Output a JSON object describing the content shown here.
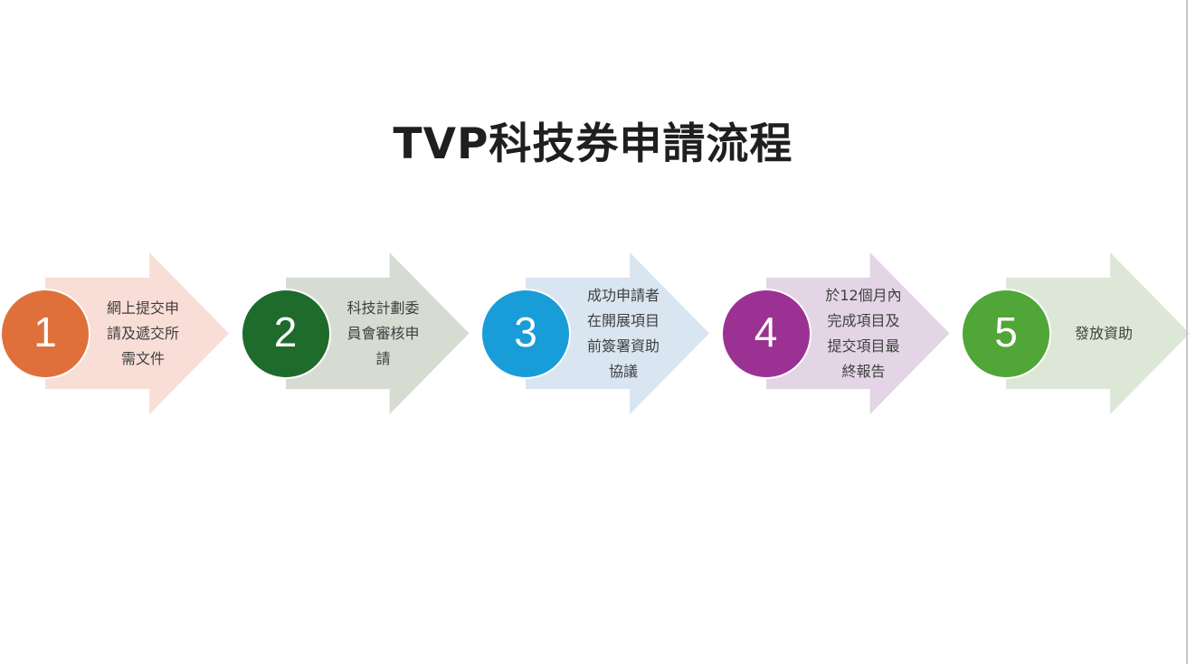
{
  "title": "TVP科技券申請流程",
  "diagram": {
    "steps": [
      {
        "number": "1",
        "label": "網上提交申請及遞交所需文件",
        "lines": [
          "網上提交申",
          "請及遞交所",
          "需文件"
        ],
        "circle_color": "#E0703A",
        "arrow_color": "#F8DED6"
      },
      {
        "number": "2",
        "label": "科技計劃委員會審核申請",
        "lines": [
          "科技計劃委",
          "員會審核申",
          "請"
        ],
        "circle_color": "#1E6B2C",
        "arrow_color": "#D7DCD3"
      },
      {
        "number": "3",
        "label": "成功申請者在開展項目前簽署資助協議",
        "lines": [
          "成功申請者",
          "在開展項目",
          "前簽署資助",
          "協議"
        ],
        "circle_color": "#199DD9",
        "arrow_color": "#D9E5F1"
      },
      {
        "number": "4",
        "label": "於12個月內完成項目及提交項目最終報告",
        "lines": [
          "於12個月內",
          "完成項目及",
          "提交項目最",
          "終報告"
        ],
        "circle_color": "#9C3194",
        "arrow_color": "#E3D5E6"
      },
      {
        "number": "5",
        "label": "發放資助",
        "lines": [
          "發放資助"
        ],
        "circle_color": "#50A637",
        "arrow_color": "#DDE7D7"
      }
    ]
  },
  "colors": {
    "text": "#3F3F3F",
    "title": "#1F1F1F",
    "page_edge": "#C8C8C8",
    "background": "#FFFFFF"
  }
}
